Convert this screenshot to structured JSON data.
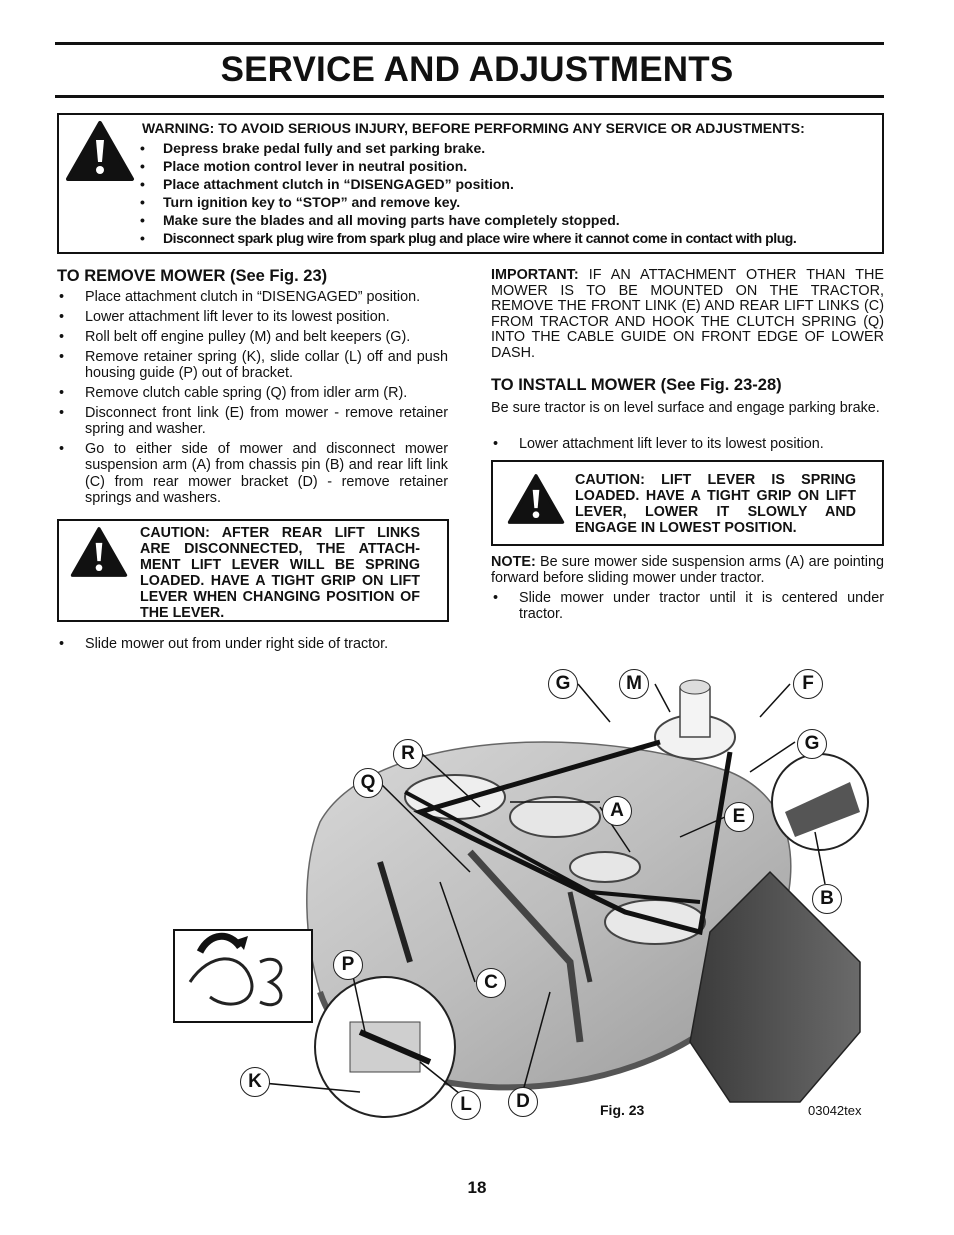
{
  "title": "SERVICE AND ADJUSTMENTS",
  "warning": {
    "heading": "WARNING: TO AVOID SERIOUS INJURY, BEFORE PERFORMING ANY SERVICE OR ADJUSTMENTS:",
    "items": [
      "Depress brake pedal fully and set parking brake.",
      "Place motion control lever in neutral position.",
      "Place attachment clutch in “DISENGAGED” position.",
      "Turn ignition key to “STOP” and remove key.",
      "Make sure the blades and all moving parts have completely stopped.",
      "Disconnect spark plug wire from spark plug and place wire where it cannot come in contact with plug."
    ]
  },
  "remove": {
    "heading": "TO REMOVE MOWER (See Fig. 23)",
    "items": [
      "Place attachment clutch in “DISENGAGED” position.",
      "Lower attachment lift lever to its lowest position.",
      "Roll belt off engine pulley (M) and belt keepers (G).",
      "Remove retainer spring (K), slide collar (L) off and push housing guide (P) out of bracket.",
      "Remove clutch cable spring (Q) from idler arm (R).",
      "Disconnect front link (E) from mower - remove retainer spring and washer.",
      "Go to either side of mower and disconnect mower suspension arm (A) from chassis pin (B) and rear lift link (C) from rear mower bracket (D) - remove retainer springs and washers."
    ],
    "caution": "CAUTION: AFTER REAR LIFT LINKS ARE DISCONNECTED, THE ATTACH-MENT LIFT LEVER WILL BE SPRING LOADED. HAVE A TIGHT GRIP ON LIFT LEVER WHEN CHANGING POSITION OF THE LEVER.",
    "last_item": "Slide mower out from under right side of tractor."
  },
  "important": {
    "label": "IMPORTANT:",
    "text": " IF AN ATTACHMENT OTHER THAN THE MOWER IS TO BE MOUNTED ON THE TRACTOR, REMOVE THE FRONT LINK (E) AND REAR LIFT LINKS (C) FROM TRACTOR AND HOOK THE CLUTCH SPRING (Q) INTO THE CABLE GUIDE ON FRONT EDGE OF LOWER DASH."
  },
  "install": {
    "heading": "TO INSTALL MOWER (See Fig. 23-28)",
    "intro": "Be sure tractor is on level surface and engage parking brake.",
    "item1": "Lower attachment lift lever to its lowest position.",
    "caution": "CAUTION: LIFT LEVER IS SPRING LOADED. HAVE A TIGHT GRIP ON LIFT LEVER, LOWER IT SLOWLY AND ENGAGE IN LOWEST POSITION.",
    "note_label": "NOTE:",
    "note_text": " Be sure mower side suspension arms (A) are pointing forward before sliding mower under tractor.",
    "item2": "Slide mower under tractor until it is centered under tractor."
  },
  "figure": {
    "labels": {
      "G1": "G",
      "M": "M",
      "F": "F",
      "R": "R",
      "G2": "G",
      "Q": "Q",
      "A": "A",
      "E": "E",
      "B": "B",
      "P": "P",
      "C": "C",
      "K": "K",
      "L": "L",
      "D": "D"
    },
    "caption": "Fig. 23",
    "code": "03042tex"
  },
  "page_number": "18"
}
